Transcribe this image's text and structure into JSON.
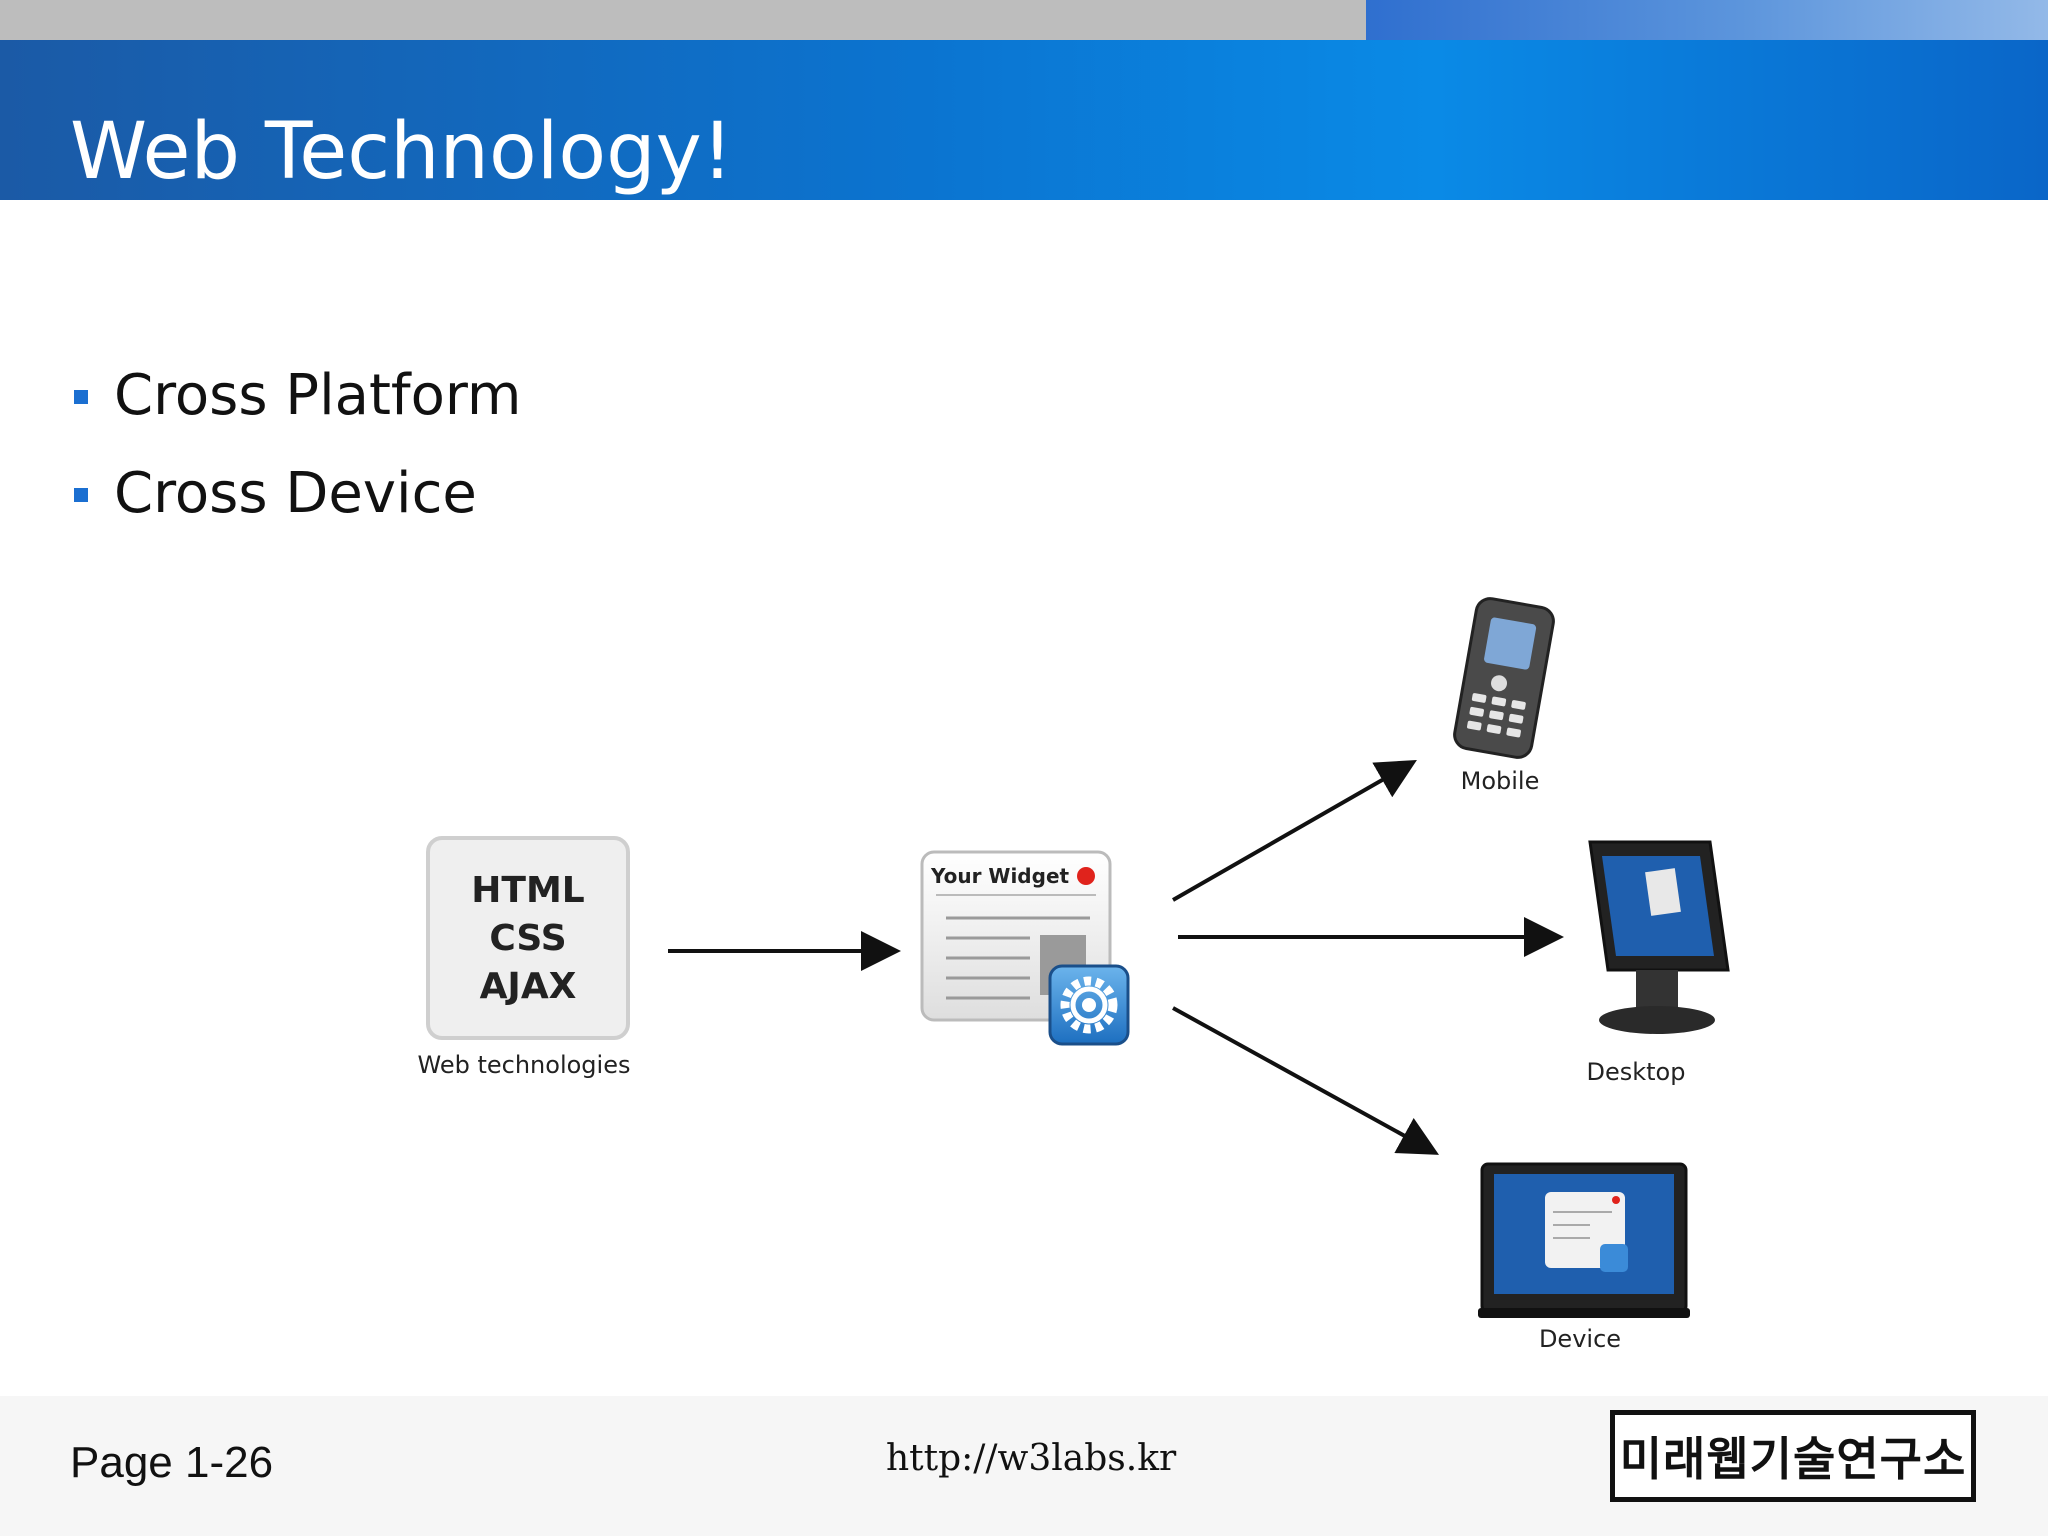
{
  "slide": {
    "title": "Web Technology!",
    "bullets": [
      "Cross Platform",
      "Cross Device"
    ]
  },
  "diagram": {
    "source_box_lines": [
      "HTML",
      "CSS",
      "AJAX"
    ],
    "source_caption": "Web technologies",
    "widget_title": "Your Widget",
    "targets": [
      "Mobile",
      "Desktop",
      "Device"
    ]
  },
  "footer": {
    "page": "Page 1-26",
    "url": "http://w3labs.kr",
    "logo_text": "미래웹기술연구소"
  },
  "colors": {
    "title_bar": "#0a74d0",
    "bullet_marker": "#1b6fd1",
    "screen_blue": "#1f5fae"
  }
}
